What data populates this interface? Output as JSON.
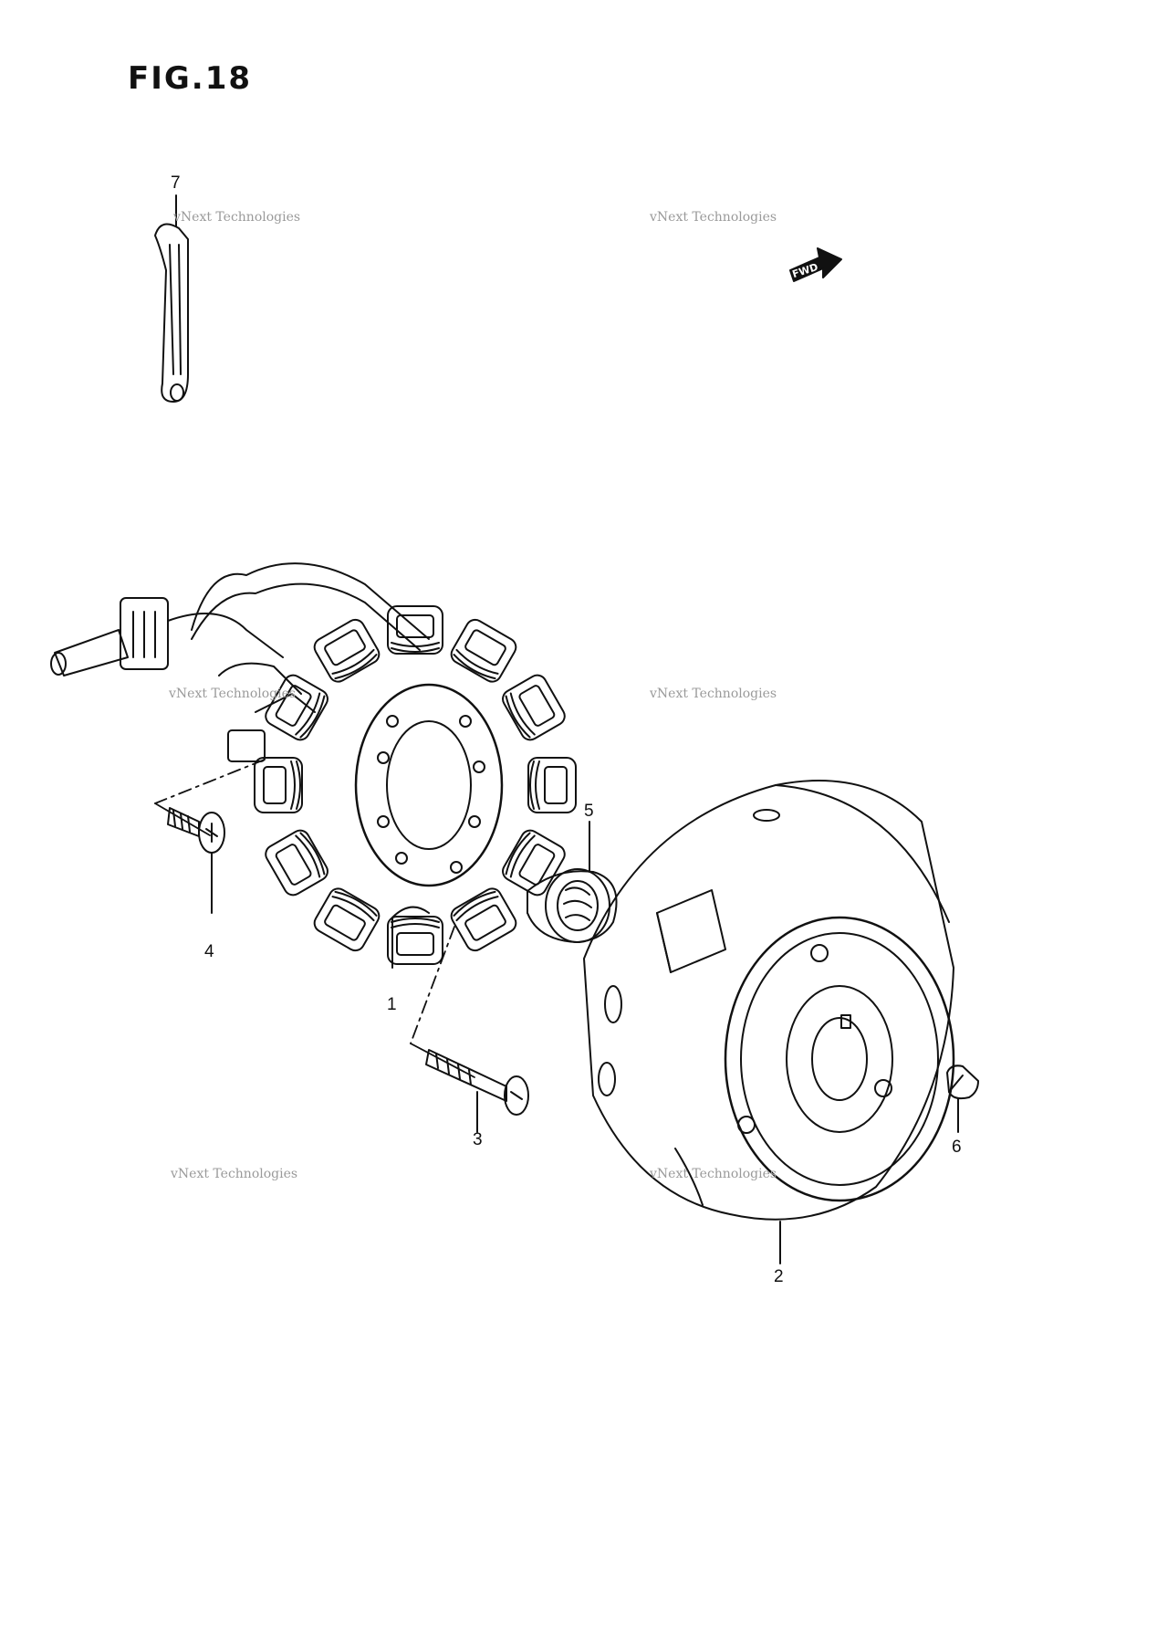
{
  "figure": {
    "title": "FIG.18"
  },
  "fwd_label": "FWD",
  "callouts": [
    {
      "id": "stator",
      "label": "1"
    },
    {
      "id": "rotor",
      "label": "2"
    },
    {
      "id": "long-bolt",
      "label": "3"
    },
    {
      "id": "short-screw",
      "label": "4"
    },
    {
      "id": "nut",
      "label": "5"
    },
    {
      "id": "key",
      "label": "6"
    },
    {
      "id": "clamp",
      "label": "7"
    }
  ],
  "watermark": {
    "line1": "vNext Technologies",
    "line2": "vNext",
    "line3": "Technologies"
  }
}
